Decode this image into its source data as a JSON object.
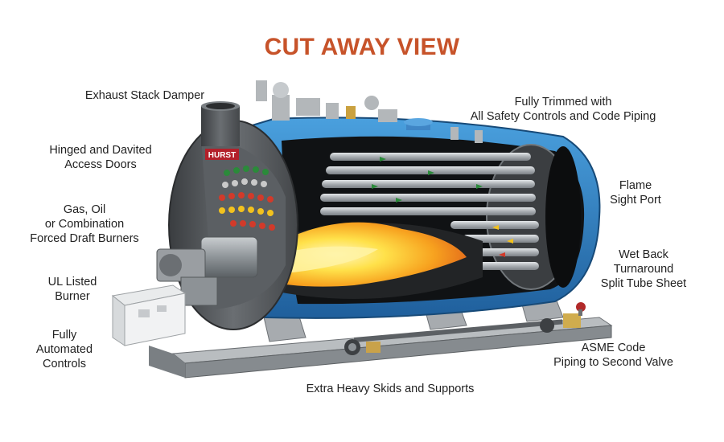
{
  "title": "CUT AWAY VIEW",
  "brand_plate": "HURST",
  "colors": {
    "title": "#c7532a",
    "shell_blue": "#2d7fc1",
    "steel": "#8d9296",
    "flame_orange": "#f28a1c",
    "flame_yellow": "#ffe14a"
  },
  "labels": {
    "exhaust_stack_damper": {
      "lines": [
        "Exhaust Stack Damper"
      ]
    },
    "hinged_access_doors": {
      "lines": [
        "Hinged and Davited",
        "Access Doors"
      ]
    },
    "burners": {
      "lines": [
        "Gas, Oil",
        "or Combination",
        "Forced Draft Burners"
      ]
    },
    "ul_burner": {
      "lines": [
        "UL Listed",
        "Burner"
      ]
    },
    "automated_controls": {
      "lines": [
        "Fully",
        "Automated",
        "Controls"
      ]
    },
    "fully_trimmed": {
      "lines": [
        "Fully Trimmed with",
        "All Safety Controls and Code Piping"
      ]
    },
    "flame_sight_port": {
      "lines": [
        "Flame",
        "Sight Port"
      ]
    },
    "wet_back": {
      "lines": [
        "Wet Back",
        "Turnaround",
        "Split Tube Sheet"
      ]
    },
    "asme_code": {
      "lines": [
        "ASME Code",
        "Piping to Second Valve"
      ]
    },
    "skids": {
      "lines": [
        "Extra Heavy Skids and Supports"
      ]
    }
  }
}
